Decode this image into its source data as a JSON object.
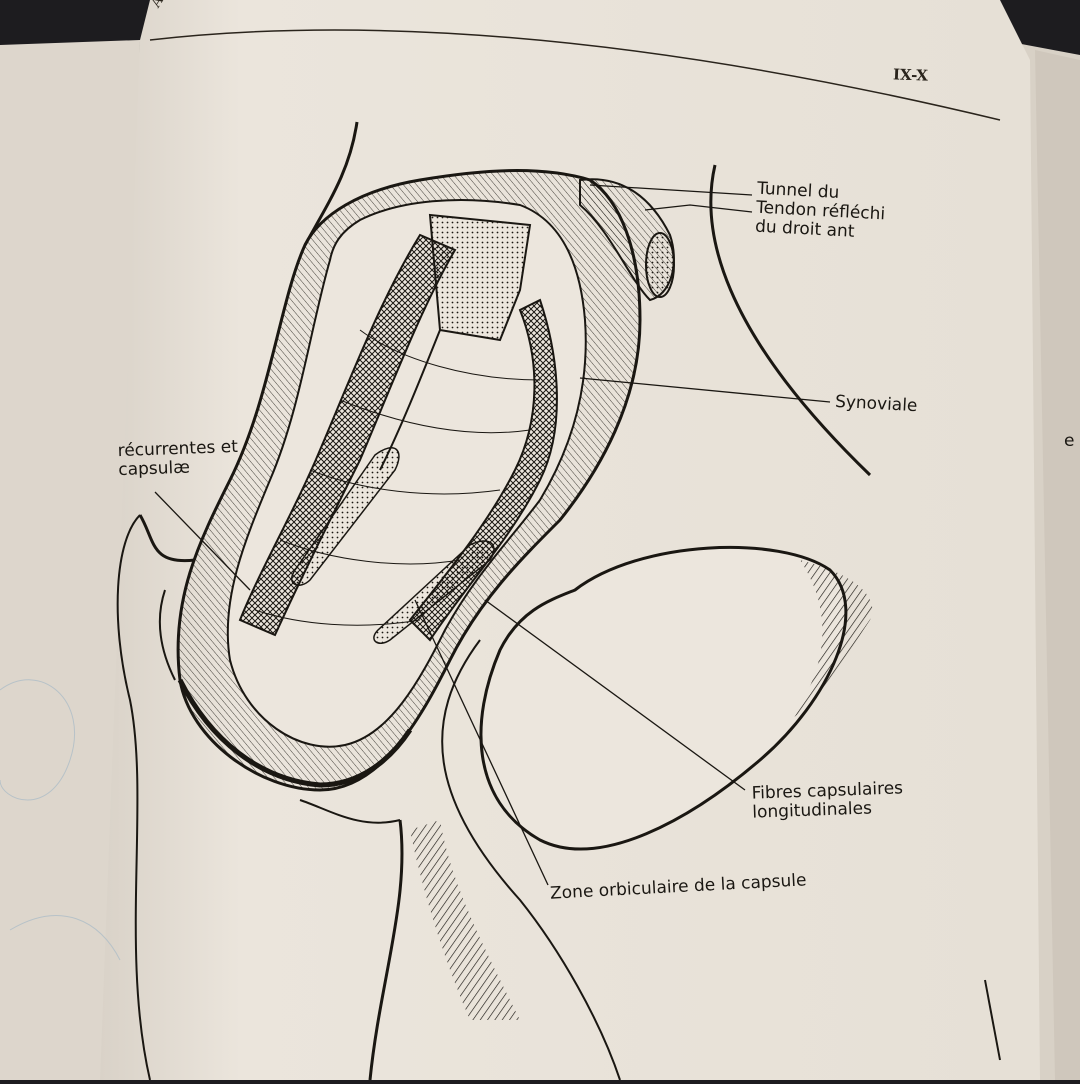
{
  "page": {
    "running_head": "ATION DE L",
    "page_code": "IX-X"
  },
  "labels": {
    "tunnel_line1": "Tunnel du",
    "tunnel_line2": "Tendon réfléchi",
    "tunnel_line3": "du droit ant",
    "synoviale": "Synoviale",
    "recurrentes_line1": "récurrentes et",
    "recurrentes_line2": "capsulæ",
    "fibres_line1": "Fibres capsulaires",
    "fibres_line2": "longitudinales",
    "zone": "Zone orbiculaire de la capsule",
    "right_edge_fragment": "e"
  },
  "colors": {
    "page": "#e9e3da",
    "left_page": "#ddd6cc",
    "ink": "#1a1712",
    "background": "#1d1c1f"
  }
}
